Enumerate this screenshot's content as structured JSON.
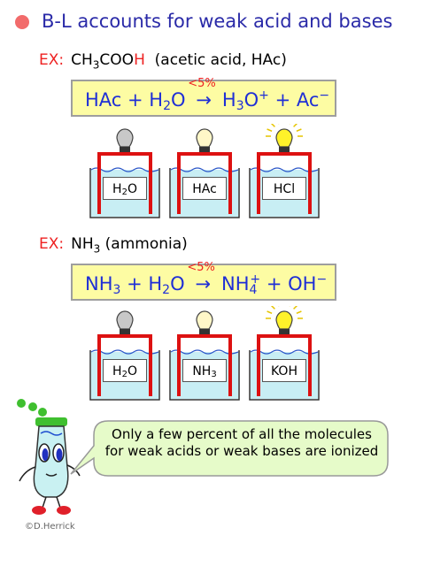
{
  "heading": "B-L accounts for weak acid and bases",
  "example1": {
    "tag": "EX:",
    "formula_pre": "CH",
    "formula_sub": "3",
    "formula_mid": "COO",
    "formula_h": "H",
    "name": "(acetic acid, HAc)",
    "equation": {
      "part1": "HAc + H",
      "sub1": "2",
      "part2": "O",
      "pct": "<5%",
      "arrow": "→",
      "part3": "H",
      "sub3": "3",
      "part4": "O",
      "sup4": "+",
      "part5": " + Ac",
      "sup5": "−"
    },
    "beakers": [
      {
        "label_main": "H",
        "label_sub": "2",
        "label_end": "O",
        "bulb": "off"
      },
      {
        "label_main": "HAc",
        "label_sub": "",
        "label_end": "",
        "bulb": "dim"
      },
      {
        "label_main": "HCl",
        "label_sub": "",
        "label_end": "",
        "bulb": "bright"
      }
    ]
  },
  "example2": {
    "tag": "EX:",
    "formula_pre": "NH",
    "formula_sub": "3",
    "name": "(ammonia)",
    "equation": {
      "part1": "NH",
      "sub1": "3",
      "part2": " +  H",
      "sub2": "2",
      "part3": "O",
      "pct": "<5%",
      "arrow": "→",
      "part4": "NH",
      "sub4": "4",
      "sup4": "+",
      "part5": " + OH",
      "sup5": "−"
    },
    "beakers": [
      {
        "label_main": "H",
        "label_sub": "2",
        "label_end": "O",
        "bulb": "off"
      },
      {
        "label_main": "NH",
        "label_sub": "3",
        "label_end": "",
        "bulb": "dim"
      },
      {
        "label_main": "KOH",
        "label_sub": "",
        "label_end": "",
        "bulb": "bright"
      }
    ]
  },
  "bubble": {
    "line1": "Only a few percent of all the molecules",
    "line2": "for weak acids or weak bases are ionized"
  },
  "credit": "©D.Herrick",
  "colors": {
    "heading": "#2a2aa8",
    "equation": "#1f2fd6",
    "highlight": "#ee2222",
    "box_fill": "#fdfca3",
    "water": "#c8eef4",
    "electrode": "#dd1111",
    "bubble_fill": "#e6fbc9",
    "bulb_bright": "#fff22a",
    "bulb_dim": "#fff7c8",
    "bulb_off": "#c8c8c8"
  }
}
